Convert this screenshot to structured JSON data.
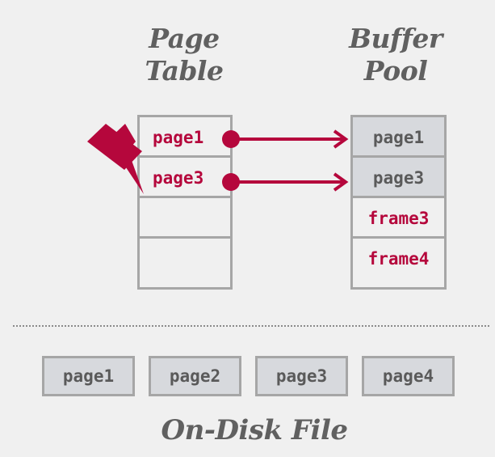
{
  "page_table": {
    "title": "Page Table",
    "entries": [
      "page1",
      "page3",
      "",
      ""
    ]
  },
  "buffer_pool": {
    "title": "Buffer Pool",
    "frames": [
      {
        "label": "page1",
        "state": "occupied"
      },
      {
        "label": "page3",
        "state": "occupied"
      },
      {
        "label": "frame3",
        "state": "free"
      },
      {
        "label": "frame4",
        "state": "free"
      }
    ]
  },
  "disk": {
    "title": "On-Disk File",
    "pages": [
      "page1",
      "page2",
      "page3",
      "page4"
    ]
  },
  "colors": {
    "accent": "#b5073c",
    "border": "#a6a6a6",
    "occupied_fill": "#d7d9dd",
    "text_gray": "#5a5a5a",
    "background": "#f0f0f0"
  },
  "icons": {
    "pin": "pushpin-icon"
  }
}
